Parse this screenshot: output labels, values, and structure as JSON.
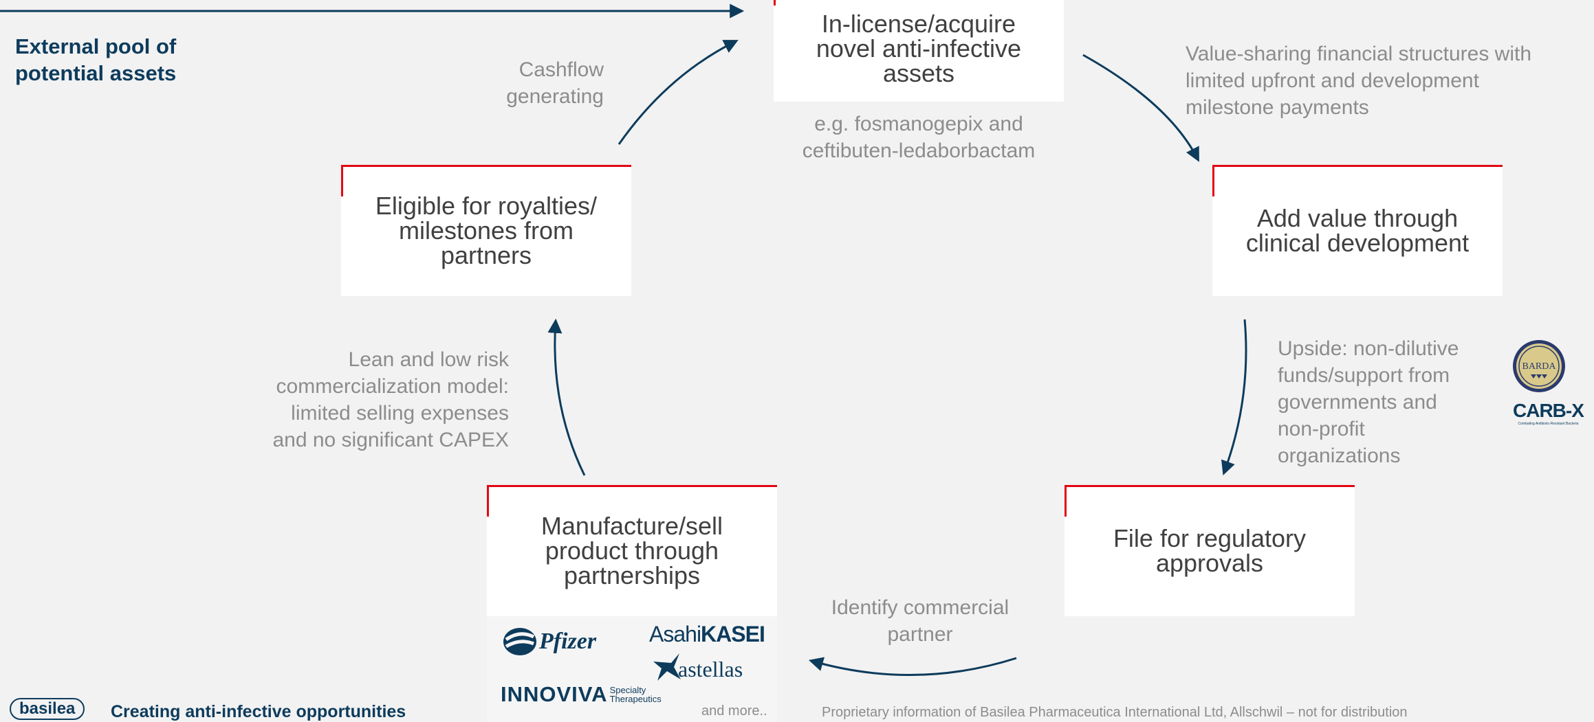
{
  "pool_label": "External pool of\npotential assets",
  "boxes": {
    "inlicense": "In-license/acquire\nnovel anti-infective\nassets",
    "add_value": "Add value through\nclinical development",
    "file_regulatory": "File for regulatory\napprovals",
    "manufacture": "Manufacture/sell\nproduct through\npartnerships",
    "royalties": "Eligible for royalties/\nmilestones from\npartners"
  },
  "notes": {
    "cashflow": "Cashflow\ngenerating",
    "examples": "e.g. fosmanogepix and\nceftibuten-ledaborbactam",
    "value_sharing": "Value-sharing financial structures with\nlimited upfront and development\nmilestone payments",
    "upside": "Upside: non-dilutive\nfunds/support from\ngovernments and\nnon-profit\norganizations",
    "identify_partner": "Identify commercial\npartner",
    "lean_model": "Lean and low risk\ncommercialization model:\nlimited selling expenses\nand no significant CAPEX"
  },
  "partner_logos": {
    "pfizer": "Pfizer",
    "asahi_light": "Asahi",
    "asahi_bold": "KASEI",
    "astellas": "astellas",
    "innoviva": "INNOVIVA",
    "innoviva_sub": "Specialty\nTherapeutics",
    "and_more": "and more.."
  },
  "funder_logos": {
    "barda": "BARDA",
    "carbx": "CARB-X",
    "carbx_sub": "Combating Antibiotic-Resistant Bacteria"
  },
  "footer": {
    "company_logo": "basilea",
    "tagline": "Creating anti-infective opportunities",
    "disclaimer": "Proprietary information of Basilea Pharmaceutica International Ltd, Allschwil – not for distribution"
  },
  "colors": {
    "background": "#f2f2f2",
    "navy": "#0d3b5c",
    "accent_red": "#e30613",
    "note_gray": "#8c8c8c",
    "box_text": "#404040"
  }
}
